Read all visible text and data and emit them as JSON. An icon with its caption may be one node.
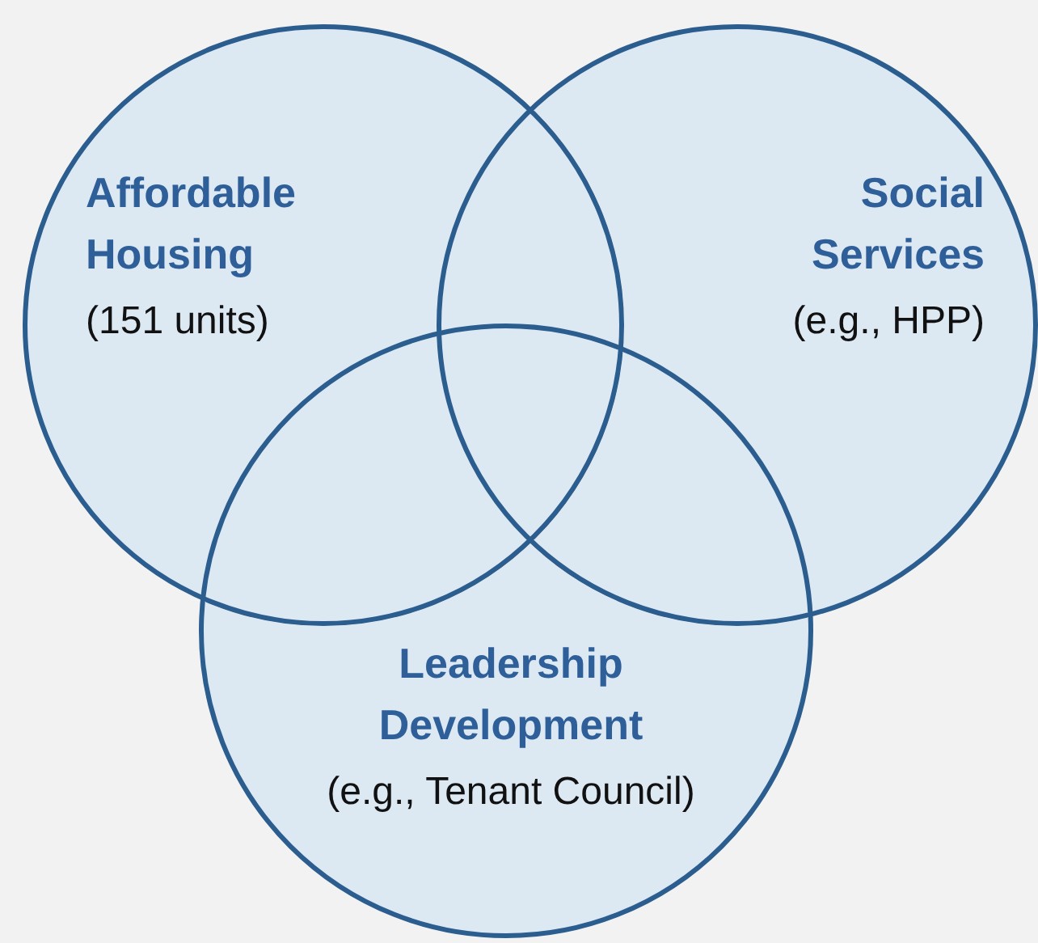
{
  "diagram": {
    "nodes": [
      {
        "text": [
          "Affordable Housing",
          "(151 units)"
        ]
      },
      {
        "text": [
          "Social Services",
          "(e.g., HPP)"
        ]
      },
      {
        "text": [
          "Leadership Development",
          "(e.g., Tenant Council)"
        ]
      }
    ]
  }
}
